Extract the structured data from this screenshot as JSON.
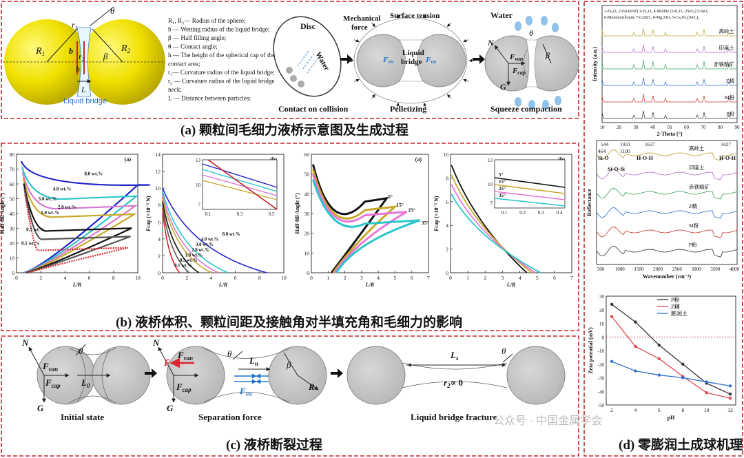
{
  "panel_a": {
    "caption": "(a) 颗粒间毛细力液桥示意图及生成过程",
    "labels": {
      "r1": "r",
      "r1sub": "1",
      "r2": "r",
      "r2sub": "2",
      "R1": "R",
      "R1sub": "1",
      "R2": "R",
      "R2sub": "2",
      "b": "b",
      "h": "h",
      "beta": "β",
      "theta": "θ",
      "L": "L",
      "liquid_bridge": "Liquid bridge"
    },
    "legend": [
      "R₁, R₂— Radius of the sphere;",
      "b — Wetting radius of the liquid bridge;",
      "β — Half filling angle;",
      "θ — Contact angle;",
      "h — The height of the spherical cap of the",
      "contact area;",
      "r₁— Curvature radius of the liquid bridge;",
      "r₂ — Curvature radius of the liquid bridge",
      "neck;",
      "L — Distance between particles;"
    ],
    "steps": {
      "disc": "Disc",
      "water": "Water",
      "contact": "Contact on collision",
      "mech": "Mechanical",
      "force": "force",
      "surface": "Surface tension",
      "liquid": "Liquid",
      "bridge": "bridge",
      "fvn": "F",
      "vnsub": "vn",
      "pelletizing": "Pelletizing",
      "water2": "Water",
      "n": "N",
      "fvan": "F",
      "vansub": "van",
      "fcap": "F",
      "capsub": "cap",
      "g": "G",
      "squeeze": "Squeeze compaction"
    }
  },
  "panel_b": {
    "caption": "(b) 液桥体积、颗粒间距及接触角对半填充角和毛细力的影响",
    "plot1": {
      "tag": "(a)",
      "ylabel": "Half-fill Angle (°)",
      "xlabel": "L/R",
      "yticks": [
        "0",
        "10",
        "20",
        "30",
        "40",
        "50",
        "60",
        "70",
        "80"
      ],
      "xticks": [
        "0",
        "2",
        "4",
        "6",
        "8",
        "10"
      ],
      "series": [
        "8.0 wt.%",
        "4.0 wt.%",
        "3.0 wt.%",
        "2.0 wt.%",
        "1.0 wt.%",
        "0.5 wt.%",
        "0.1 wt.%"
      ]
    },
    "plot2": {
      "tag": "(b)",
      "ylabel": "Fcap (×10⁻⁵ N)",
      "xlabel": "L/R",
      "yticks": [
        "0",
        "2",
        "4",
        "6",
        "8",
        "10",
        "12",
        "14"
      ],
      "xticks": [
        "0",
        "2",
        "4",
        "6",
        "8",
        "10"
      ],
      "inset_yticks": [
        "7",
        "10",
        "13"
      ],
      "inset_xticks": [
        "0.1",
        "0.3",
        "0.5"
      ],
      "series": [
        "8.0 wt.%",
        "4.0 wt.%",
        "3.0 wt.%",
        "2.0 wt.%",
        "1.0 wt.%",
        "0.5 wt.%",
        "0.1 wt.%"
      ]
    },
    "plot3": {
      "tag": "(a)",
      "ylabel": "Half-fill Angle (°)",
      "xlabel": "L/R",
      "yticks": [
        "0",
        "10",
        "20",
        "30",
        "40",
        "50",
        "60"
      ],
      "xticks": [
        "0",
        "1",
        "2",
        "3",
        "4",
        "5",
        "6",
        "7"
      ],
      "series": [
        "5°",
        "15°",
        "25°",
        "35°"
      ]
    },
    "plot4": {
      "tag": "(b)",
      "ylabel": "Fcap (×10⁻⁵ N)",
      "xlabel": "L/R",
      "yticks": [
        "0",
        "2",
        "4",
        "6",
        "8",
        "10"
      ],
      "xticks": [
        "0",
        "1",
        "2",
        "3",
        "4",
        "5",
        "6",
        "7"
      ],
      "inset_yticks": [
        "7",
        "10",
        "13"
      ],
      "inset_xticks": [
        "0.1",
        "0.2",
        "0.3",
        "0.4"
      ],
      "series": [
        "5°",
        "15°",
        "25°",
        "35°"
      ]
    }
  },
  "panel_c": {
    "caption": "(c) 液桥断裂过程",
    "initial": "Initial state",
    "separation": "Separation force",
    "fracture": "Liquid bridge fracture",
    "N": "N",
    "G": "G",
    "F": "F",
    "Fvan": "F",
    "vansub": "van",
    "Fcap": "F",
    "capsub": "cap",
    "L0": "L",
    "zero": "0",
    "Ln": "L",
    "nsub": "n",
    "beta": "β",
    "R": "R",
    "theta": "θ",
    "Fvn": "F",
    "vnsub": "vn",
    "Ls": "L",
    "ssub": "s",
    "r2": "r",
    "r2sub": "2",
    "r2rel": "∝ 0"
  },
  "panel_d": {
    "caption": "(d) 零膨润土成球机理",
    "xrd": {
      "legend": "1-Fe₂O₃  2-FeO(OH)  3-Fe₃O₄  4-Mullite (3Al₂O₃·2SiO₂)  5-SiO₂",
      "legend2": "6-Montmorillonite  7-CaSiO₃  8-Mg₂SiO₄  9-Ca₂Fe₂(SiO₃)₃",
      "ylabel": "Intensity (a.u.)",
      "xlabel": "2-Theta (°)",
      "xticks": [
        "10",
        "20",
        "30",
        "40",
        "50",
        "60",
        "70",
        "80",
        "90"
      ],
      "samples": [
        "高岭土",
        "印度土",
        "赤铁精矿",
        "Z精",
        "M粉",
        "P粉"
      ]
    },
    "ftir": {
      "ylabel": "Reflectance",
      "xlabel": "Wavenumber (cm⁻¹)",
      "xticks": [
        "500",
        "1000",
        "1500",
        "2000",
        "2500",
        "3000",
        "3500",
        "4000"
      ],
      "peaks": [
        "544",
        "1031",
        "1637",
        "3427",
        "464",
        "1100"
      ],
      "bonds": [
        "Si-O",
        "Si-O-Si",
        "H-O-H",
        "H-O-H"
      ],
      "samples": [
        "高岭土",
        "印度土",
        "赤铁精矿",
        "Z精",
        "M粉",
        "P粉"
      ]
    },
    "zeta": {
      "ylabel": "Zeta potential (mV)",
      "xlabel": "pH",
      "yticks": [
        "30",
        "20",
        "10",
        "0",
        "-10",
        "-20",
        "-30",
        "-40",
        "-50"
      ],
      "xticks": [
        "2",
        "4",
        "6",
        "8",
        "10",
        "12"
      ],
      "series": [
        {
          "name": "P粉",
          "color": "#333333",
          "x": [
            2,
            4,
            6,
            8,
            10,
            12
          ],
          "y": [
            24,
            11,
            -6,
            -20,
            -34,
            -42
          ]
        },
        {
          "name": "Z精",
          "color": "#e0484f",
          "x": [
            2,
            4,
            6,
            8,
            10,
            12
          ],
          "y": [
            15,
            -7,
            -16,
            -29,
            -41,
            -45
          ]
        },
        {
          "name": "膨润土",
          "color": "#2f6fcf",
          "x": [
            2,
            4,
            6,
            8,
            10,
            12
          ],
          "y": [
            -18,
            -25,
            -28,
            -30,
            -33,
            -36
          ]
        }
      ]
    }
  },
  "watermark": "公众号 · 中国金属学会",
  "chart_data": {
    "type": "line",
    "title": "",
    "xlabel": "pH",
    "ylabel": "Zeta potential (mV)",
    "x": [
      2,
      4,
      6,
      8,
      10,
      12
    ],
    "ylim": [
      -50,
      30
    ],
    "series": [
      {
        "name": "P粉",
        "values": [
          24,
          11,
          -6,
          -20,
          -34,
          -42
        ]
      },
      {
        "name": "Z精",
        "values": [
          15,
          -7,
          -16,
          -29,
          -41,
          -45
        ]
      },
      {
        "name": "膨润土",
        "values": [
          -18,
          -25,
          -28,
          -30,
          -33,
          -36
        ]
      }
    ]
  }
}
